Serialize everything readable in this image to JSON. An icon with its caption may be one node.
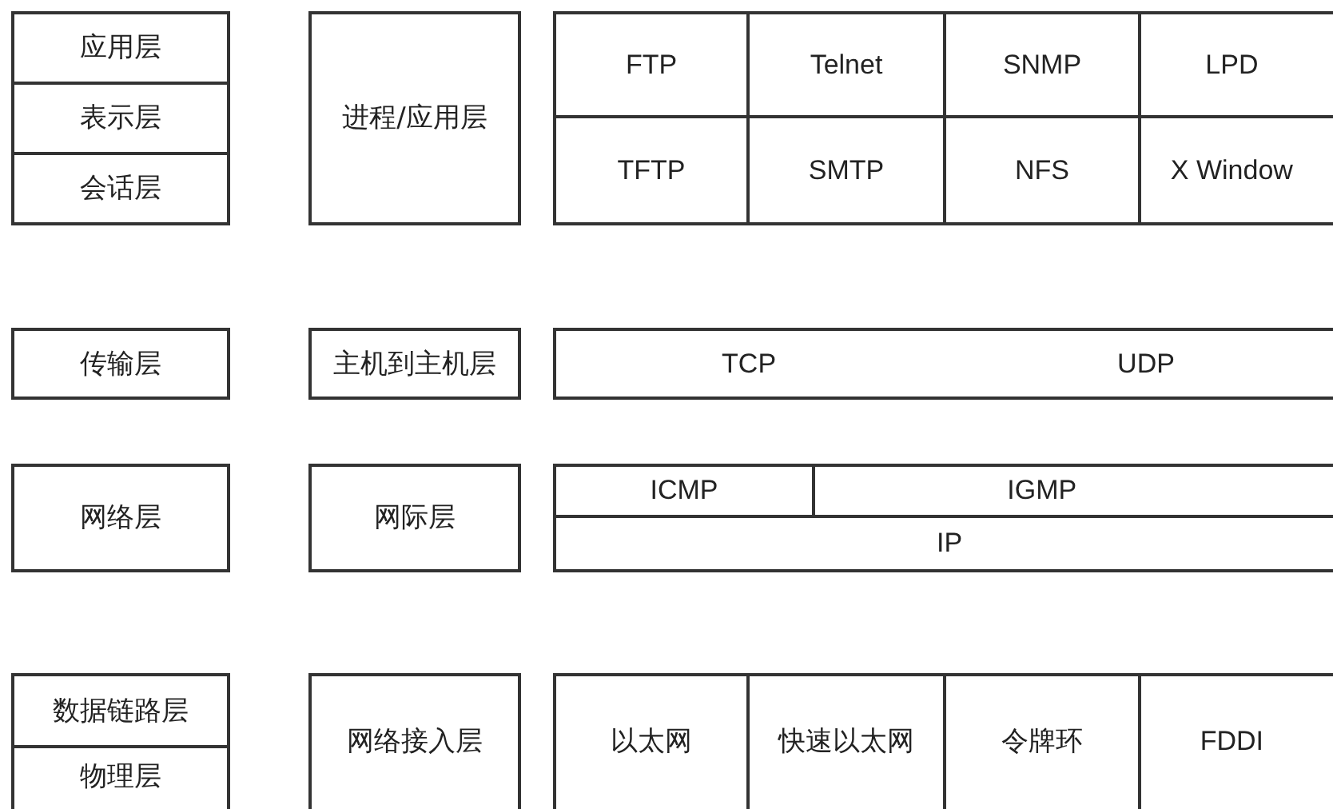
{
  "diagram": {
    "nodes": [
      {
        "text": [
          "应用层"
        ]
      },
      {
        "text": [
          "表示层"
        ]
      },
      {
        "text": [
          "会话层"
        ]
      },
      {
        "text": [
          "进程/应用层"
        ]
      },
      {
        "text": [
          "FTP"
        ]
      },
      {
        "text": [
          "Telnet"
        ]
      },
      {
        "text": [
          "SNMP"
        ]
      },
      {
        "text": [
          "LPD"
        ]
      },
      {
        "text": [
          "TFTP"
        ]
      },
      {
        "text": [
          "SMTP"
        ]
      },
      {
        "text": [
          "NFS"
        ]
      },
      {
        "text": [
          "X Window"
        ]
      },
      {
        "text": [
          "传输层"
        ]
      },
      {
        "text": [
          "主机到主机层"
        ]
      },
      {
        "text": [
          "TCP",
          "UDP"
        ]
      },
      {
        "text": [
          "网络层"
        ]
      },
      {
        "text": [
          "网际层"
        ]
      },
      {
        "text": [
          "ICMP"
        ]
      },
      {
        "text": [
          "IGMP"
        ]
      },
      {
        "text": [
          "IP"
        ]
      },
      {
        "text": [
          "数据链路层"
        ]
      },
      {
        "text": [
          "物理层"
        ]
      },
      {
        "text": [
          "网络接入层"
        ]
      },
      {
        "text": [
          "以太网"
        ]
      },
      {
        "text": [
          "快速以太网"
        ]
      },
      {
        "text": [
          "令牌环"
        ]
      },
      {
        "text": [
          "FDDI"
        ]
      }
    ],
    "edges": []
  }
}
